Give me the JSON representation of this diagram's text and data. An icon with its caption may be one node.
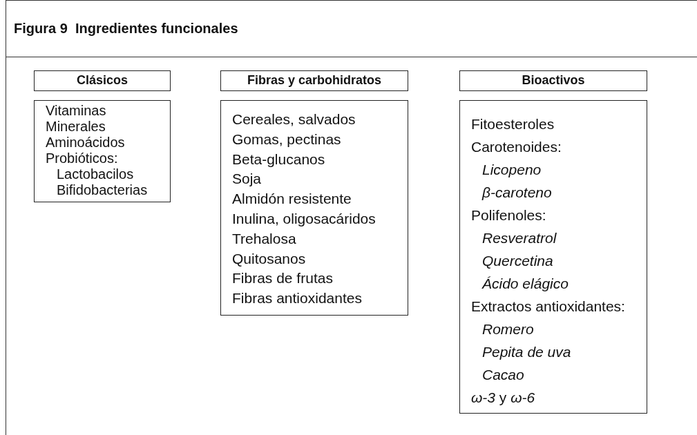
{
  "diagram": {
    "title": "Figura 9  Ingredientes funcionales",
    "nodes": [
      {
        "text": [
          "Clásicos"
        ]
      },
      {
        "text": [
          "Vitaminas",
          "Minerales",
          "Aminoácidos",
          "Probióticos:",
          "Lactobacilos",
          "Bifidobacterias"
        ]
      },
      {
        "text": [
          "Fibras y carbohidratos"
        ]
      },
      {
        "text": [
          "Cereales, salvados",
          "Gomas, pectinas",
          "Beta-glucanos",
          "Soja",
          "Almidón resistente",
          "Inulina, oligosacáridos",
          "Trehalosa",
          "Quitosanos",
          "Fibras de frutas",
          "Fibras antioxidantes"
        ]
      },
      {
        "text": [
          "Bioactivos"
        ]
      },
      {
        "text": [
          "Fitoesteroles",
          "Carotenoides:",
          "*Licopeno*",
          "*β-caroteno*",
          "Polifenoles:",
          "*Resveratrol*",
          "*Quercetina*",
          "*Ácido elágico*",
          "Extractos antioxidantes:",
          "*Romero*",
          "*Pepita de uva*",
          "*Cacao*",
          "*ω-3* y *ω-6*"
        ]
      }
    ]
  }
}
